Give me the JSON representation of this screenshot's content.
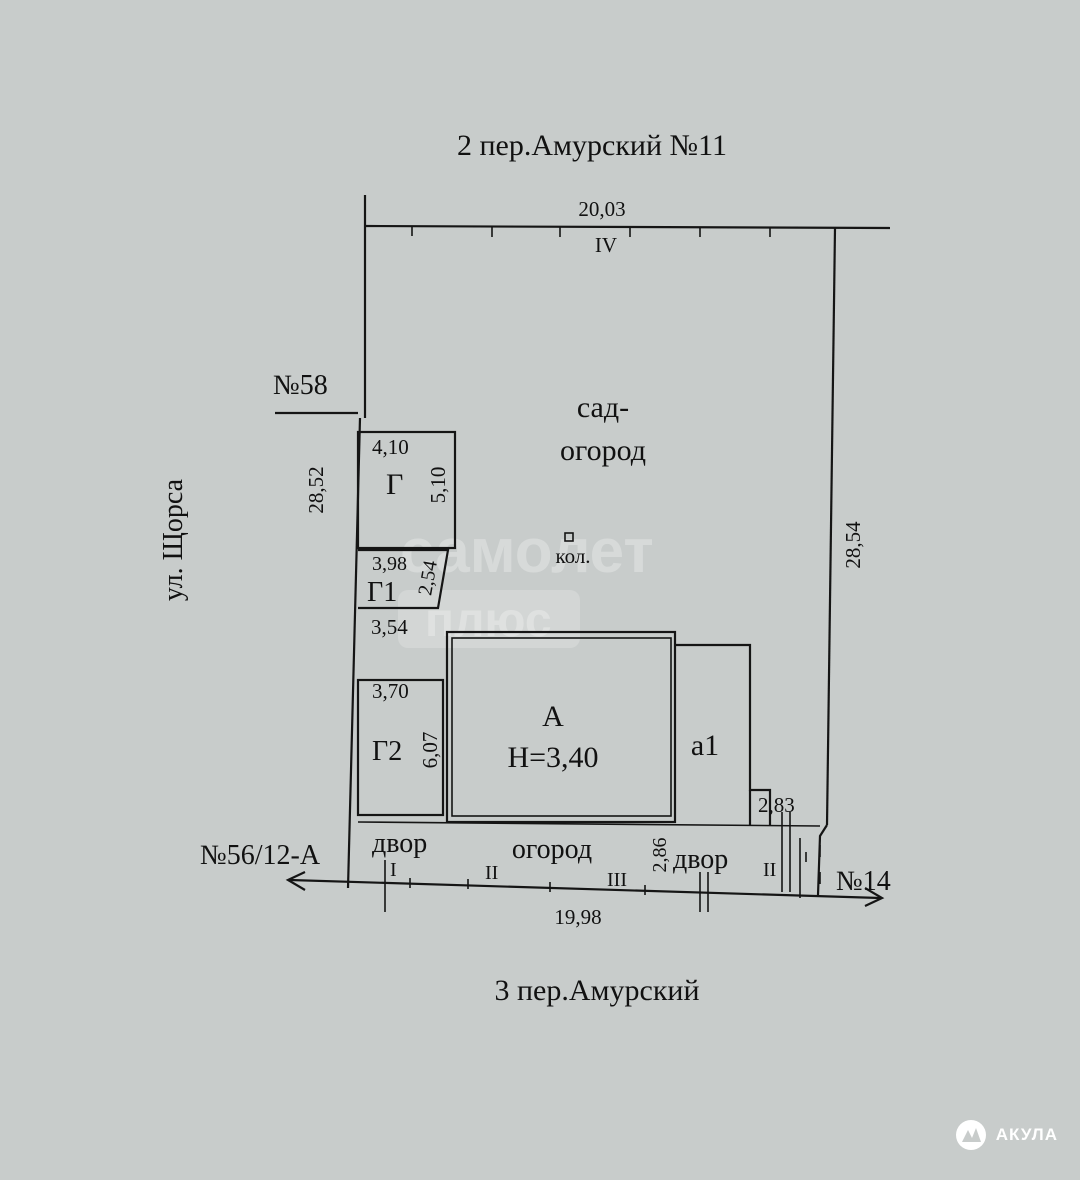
{
  "streets": {
    "top": "2 пер.Амурский №11",
    "bottom": "3 пер.Амурский",
    "left": "ул. Щорса"
  },
  "neighbors": {
    "left_top": "№58",
    "left_bottom": "№56/12-А",
    "right_bottom": "№14"
  },
  "dimensions": {
    "top": "20,03",
    "bottom": "19,98",
    "left": "28,52",
    "right": "28,54",
    "g_width": "4,10",
    "g_height": "5,10",
    "g1_width": "3,98",
    "g1_height": "2,54",
    "g1_bottom": "3,54",
    "g2_width": "3,70",
    "g2_height": "6,07",
    "yard_depth": "2,86",
    "a1_step": "2,83"
  },
  "areas": {
    "garden": "сад-",
    "garden2": "огород",
    "well": "кол.",
    "house": "А",
    "house_height": "Н=3,40",
    "annex": "а1",
    "g": "Г",
    "g1": "Г1",
    "g2": "Г2",
    "yard_left": "двор",
    "vegetable": "огород",
    "yard_right": "двор"
  },
  "fence_types": {
    "top": "IV",
    "b1": "I",
    "b2": "II",
    "b3": "III",
    "b4": "II"
  },
  "watermark": {
    "line1": "самолет",
    "line2": "плюс"
  },
  "logo": {
    "label": "АКУЛА"
  }
}
